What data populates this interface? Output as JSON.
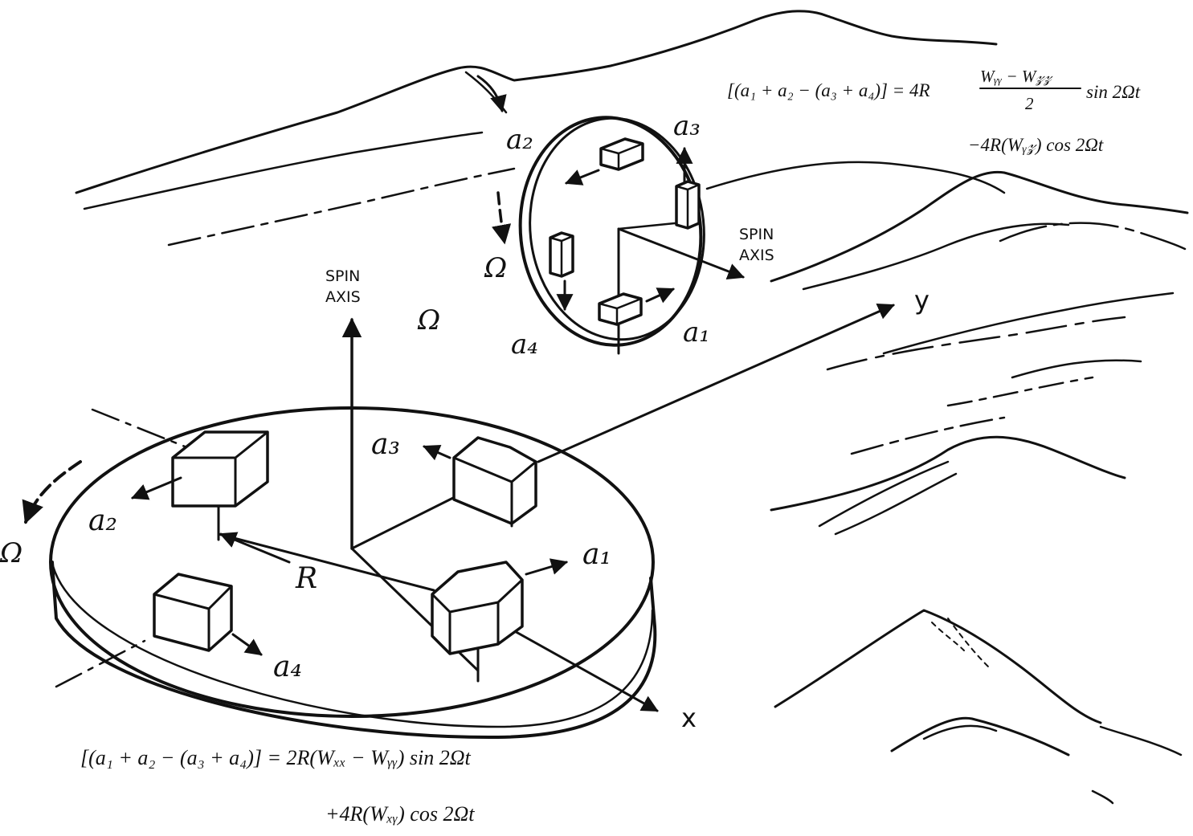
{
  "labels": {
    "spin_axis_line1": "SPIN",
    "spin_axis_line2": "AXIS",
    "omega": "Ω",
    "a1": "a₁",
    "a2": "a₂",
    "a3": "a₃",
    "a4": "a₄",
    "radius": "R",
    "x_axis": "x",
    "y_axis": "y"
  },
  "equations": {
    "horizontal_line1": "[(a₁ + a₂ − (a₃ + a₄)] = 2R(Wₓₓ − Wᵧᵧ) sin 2Ωt",
    "horizontal_line2": "+4R(Wₓᵧ) cos 2Ωt",
    "vertical_prefix": "[(a₁ + a₂ − (a₃ + a₄)] = 4R",
    "vertical_numerator": "Wᵧᵧ − W𝓏𝓏",
    "vertical_denominator": "2",
    "vertical_suffix": "sin 2Ωt",
    "vertical_line2": "−4R(Wᵧ𝓏) cos 2Ωt"
  }
}
